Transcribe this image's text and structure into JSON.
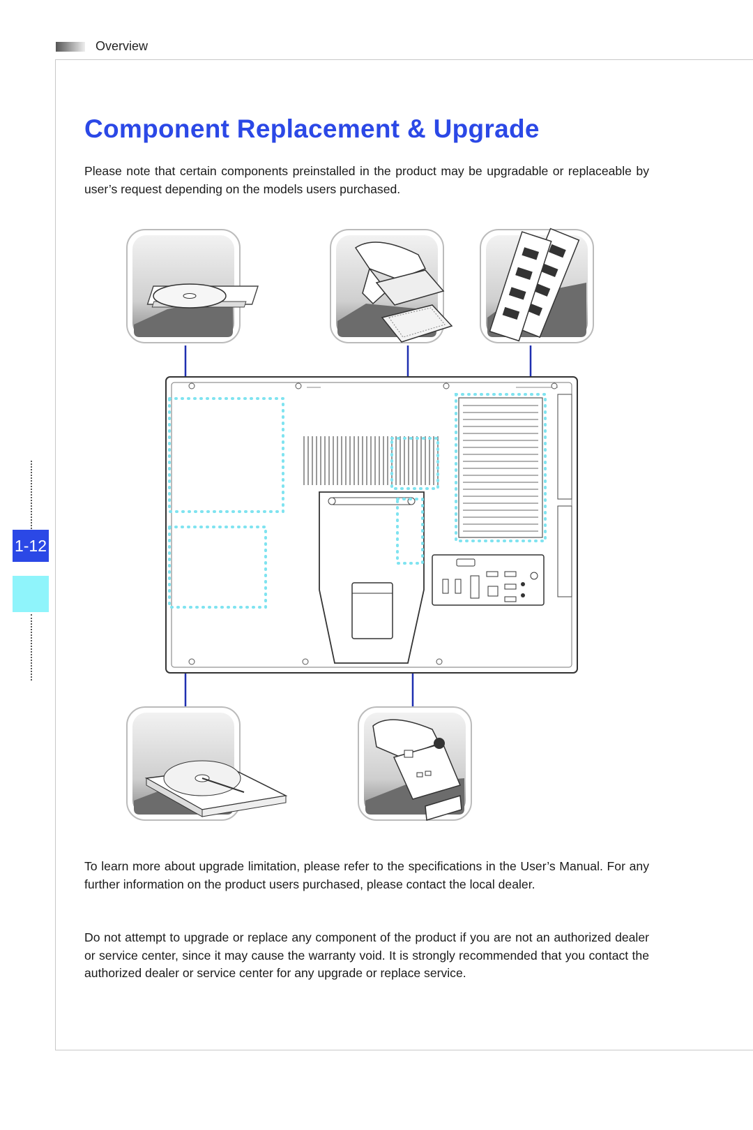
{
  "header": {
    "section": "Overview"
  },
  "page_number": "1-12",
  "title": "Component Replacement & Upgrade",
  "paragraphs": [
    "Please note that certain components preinstalled in the product may be upgradable or replaceable by user’s request depending on the models users purchased.",
    "To learn more about upgrade limitation, please refer to the specifications in the User’s Manual. For any further information on the product users purchased, please contact the local dealer.",
    "Do not attempt to upgrade or replace any component of the product if you are not an authorized dealer or service center, since it may cause the warranty void. It is strongly recommended that you contact the authorized dealer or service center for any upgrade or replace service."
  ],
  "figure": {
    "icons": [
      "optical-drive-icon",
      "cpu-icon",
      "memory-icon",
      "hard-drive-icon",
      "wireless-card-icon"
    ],
    "colors": {
      "leader_line": "#1e2fb0",
      "highlight": "#7fe3f0",
      "title": "#2b48e6",
      "tab": "#2b48e6",
      "tab_alt": "#8ff4fb"
    }
  }
}
